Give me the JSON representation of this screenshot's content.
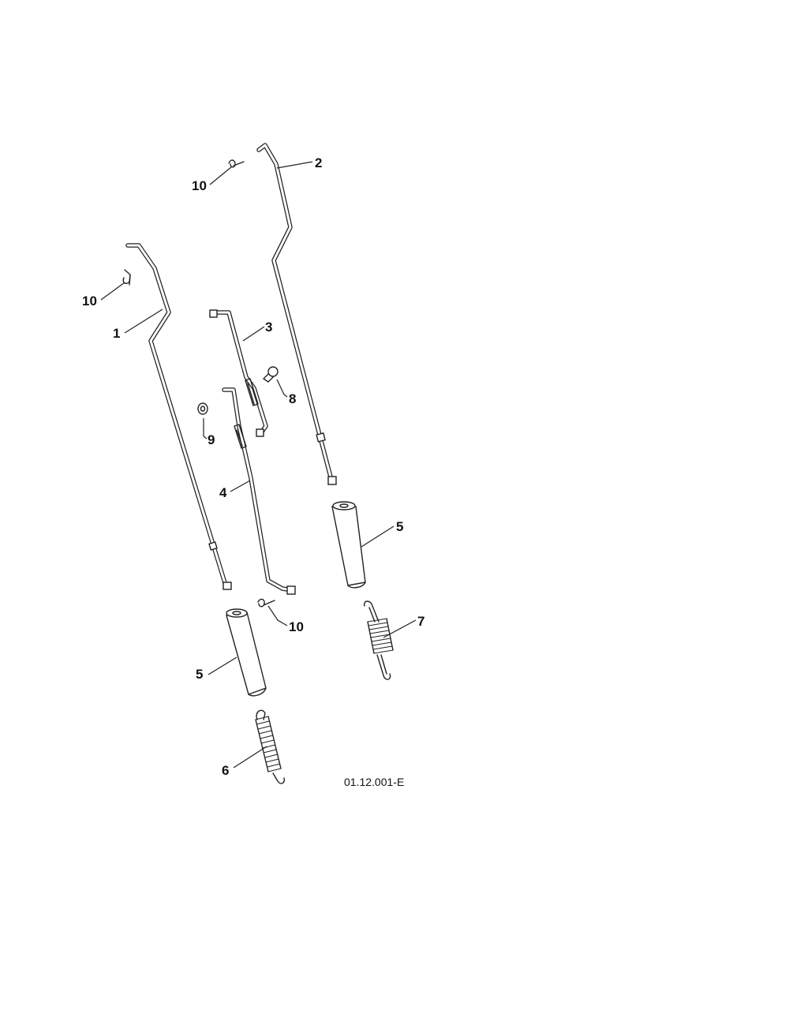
{
  "diagram": {
    "drawing_code": "01.12.001-E",
    "callouts": [
      {
        "id": "c1",
        "label": "1",
        "part": "rod-1"
      },
      {
        "id": "c2",
        "label": "2",
        "part": "rod-2"
      },
      {
        "id": "c3",
        "label": "3",
        "part": "link-3"
      },
      {
        "id": "c4",
        "label": "4",
        "part": "link-4"
      },
      {
        "id": "c5a",
        "label": "5",
        "part": "sleeve-5-right"
      },
      {
        "id": "c5b",
        "label": "5",
        "part": "sleeve-5-left"
      },
      {
        "id": "c6",
        "label": "6",
        "part": "spring-6"
      },
      {
        "id": "c7",
        "label": "7",
        "part": "spring-7"
      },
      {
        "id": "c8",
        "label": "8",
        "part": "bolt-8"
      },
      {
        "id": "c9",
        "label": "9",
        "part": "nut-9"
      },
      {
        "id": "c10a",
        "label": "10",
        "part": "clip-10-top"
      },
      {
        "id": "c10b",
        "label": "10",
        "part": "clip-10-left"
      },
      {
        "id": "c10c",
        "label": "10",
        "part": "clip-10-bottom"
      }
    ]
  }
}
